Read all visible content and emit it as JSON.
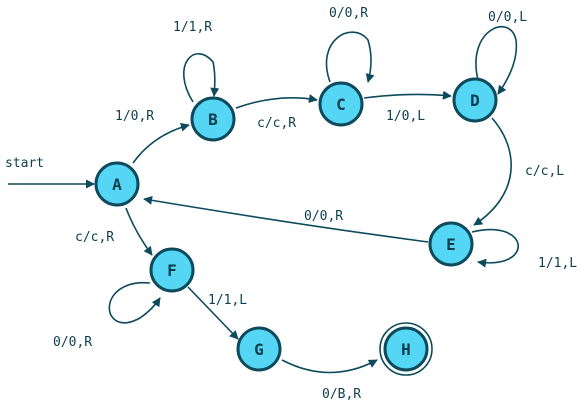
{
  "start_label": "start",
  "accent_color": "#55d6f5",
  "stroke_color": "#0c4a5c",
  "states": [
    {
      "id": "A",
      "label": "A",
      "accepting": false,
      "initial": true
    },
    {
      "id": "B",
      "label": "B",
      "accepting": false,
      "initial": false
    },
    {
      "id": "C",
      "label": "C",
      "accepting": false,
      "initial": false
    },
    {
      "id": "D",
      "label": "D",
      "accepting": false,
      "initial": false
    },
    {
      "id": "E",
      "label": "E",
      "accepting": false,
      "initial": false
    },
    {
      "id": "F",
      "label": "F",
      "accepting": false,
      "initial": false
    },
    {
      "id": "G",
      "label": "G",
      "accepting": false,
      "initial": false
    },
    {
      "id": "H",
      "label": "H",
      "accepting": true,
      "initial": false
    }
  ],
  "transitions": [
    {
      "from": "A",
      "to": "B",
      "label": "1/0,R"
    },
    {
      "from": "B",
      "to": "B",
      "label": "1/1,R"
    },
    {
      "from": "B",
      "to": "C",
      "label": "c/c,R"
    },
    {
      "from": "C",
      "to": "C",
      "label": "0/0,R"
    },
    {
      "from": "C",
      "to": "D",
      "label": "1/0,L"
    },
    {
      "from": "D",
      "to": "D",
      "label": "0/0,L"
    },
    {
      "from": "D",
      "to": "E",
      "label": "c/c,L"
    },
    {
      "from": "E",
      "to": "E",
      "label": "1/1,L"
    },
    {
      "from": "E",
      "to": "A",
      "label": "0/0,R"
    },
    {
      "from": "A",
      "to": "F",
      "label": "c/c,R"
    },
    {
      "from": "F",
      "to": "F",
      "label": "0/0,R"
    },
    {
      "from": "F",
      "to": "G",
      "label": "1/1,L"
    },
    {
      "from": "G",
      "to": "H",
      "label": "0/B,R"
    }
  ]
}
